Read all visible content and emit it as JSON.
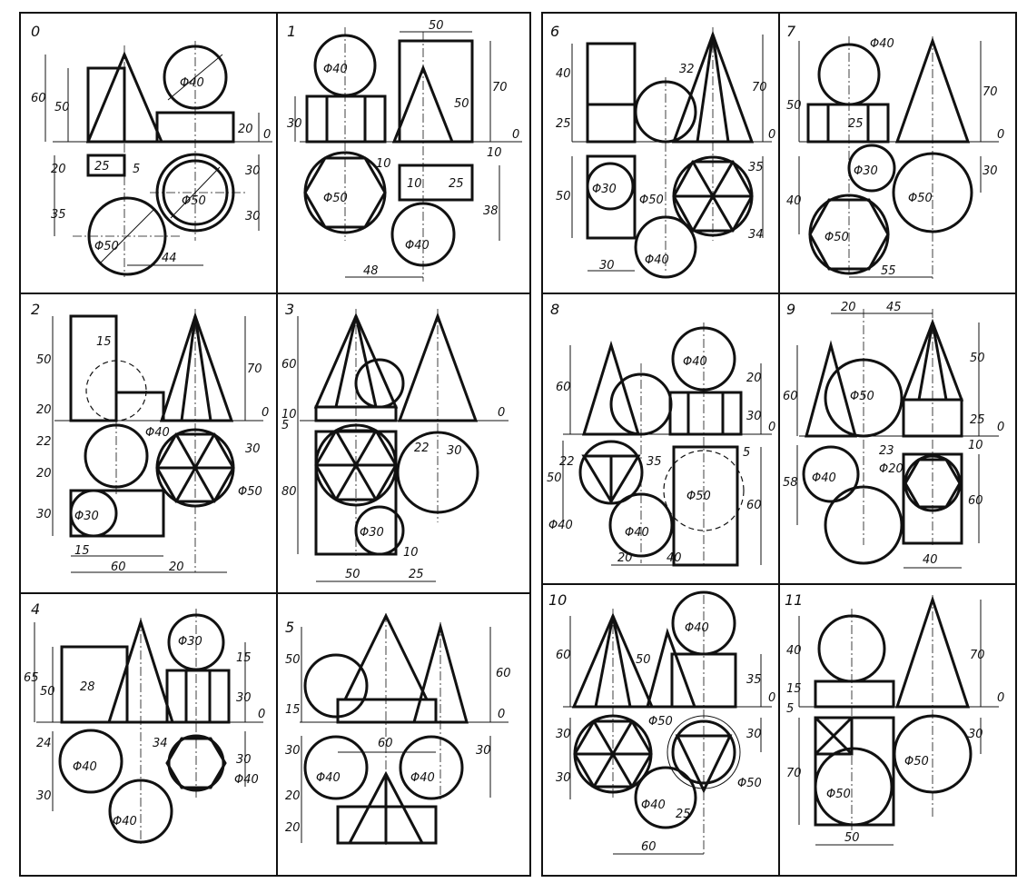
{
  "panels": [
    {
      "number": "0",
      "dims": [
        "60",
        "50",
        "20",
        "0",
        "20",
        "25",
        "5",
        "30",
        "35",
        "30",
        "Φ40",
        "Φ50",
        "Φ50",
        "44"
      ]
    },
    {
      "number": "1",
      "dims": [
        "50",
        "Φ40",
        "70",
        "30",
        "50",
        "10",
        "0",
        "10",
        "Φ50",
        "10",
        "25",
        "38",
        "Φ40",
        "48"
      ]
    },
    {
      "number": "2",
      "dims": [
        "50",
        "15",
        "70",
        "20",
        "0",
        "22",
        "30",
        "Φ40",
        "20",
        "Φ50",
        "30",
        "Φ30",
        "15",
        "60",
        "20"
      ]
    },
    {
      "number": "3",
      "dims": [
        "60",
        "10",
        "5",
        "0",
        "22",
        "30",
        "80",
        "Φ30",
        "10",
        "50",
        "25"
      ]
    },
    {
      "number": "4",
      "dims": [
        "65",
        "50",
        "Φ30",
        "15",
        "28",
        "30",
        "0",
        "24",
        "34",
        "30",
        "Φ40",
        "Φ40",
        "30",
        "Φ40"
      ]
    },
    {
      "number": "5",
      "dims": [
        "50",
        "60",
        "15",
        "0",
        "60",
        "30",
        "30",
        "Φ40",
        "Φ40",
        "20",
        "20"
      ]
    },
    {
      "number": "6",
      "dims": [
        "40",
        "32",
        "70",
        "25",
        "0",
        "35",
        "50",
        "Φ30",
        "Φ50",
        "34",
        "Φ40",
        "30"
      ]
    },
    {
      "number": "7",
      "dims": [
        "Φ40",
        "50",
        "70",
        "25",
        "0",
        "Φ30",
        "30",
        "40",
        "Φ50",
        "Φ50",
        "55"
      ]
    },
    {
      "number": "8",
      "dims": [
        "60",
        "Φ40",
        "20",
        "30",
        "0",
        "22",
        "35",
        "5",
        "50",
        "60",
        "Φ40",
        "Φ40",
        "Φ50",
        "20",
        "40"
      ]
    },
    {
      "number": "9",
      "dims": [
        "20",
        "45",
        "60",
        "Φ50",
        "50",
        "25",
        "0",
        "10",
        "23",
        "Φ40",
        "58",
        "Φ20",
        "60",
        "40"
      ]
    },
    {
      "number": "10",
      "dims": [
        "60",
        "50",
        "Φ40",
        "35",
        "0",
        "Φ50",
        "30",
        "30",
        "30",
        "Φ40",
        "Φ50",
        "25",
        "60"
      ]
    },
    {
      "number": "11",
      "dims": [
        "40",
        "70",
        "15",
        "5",
        "0",
        "30",
        "70",
        "Φ50",
        "Φ50",
        "50"
      ]
    }
  ]
}
